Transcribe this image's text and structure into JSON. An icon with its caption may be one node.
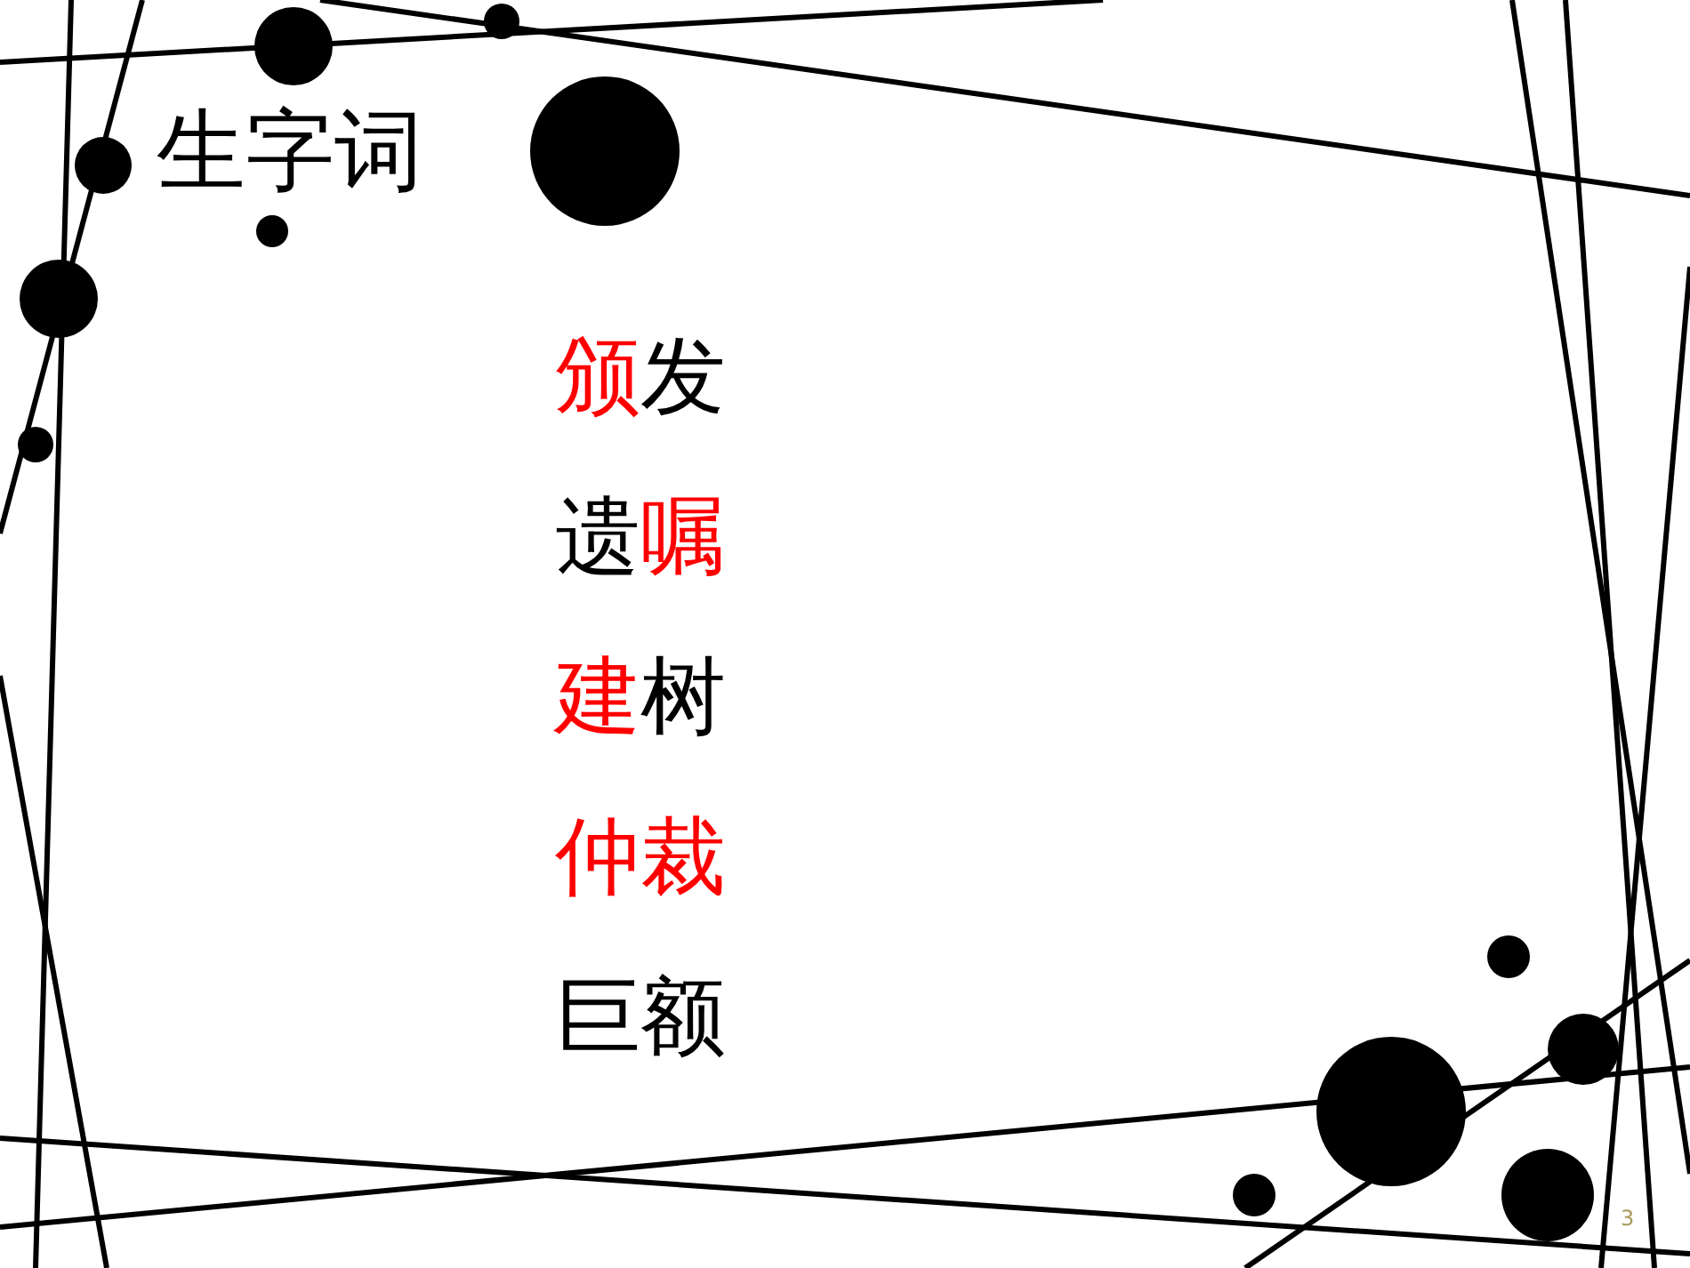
{
  "diagram": {
    "title": "生字词",
    "labels": [
      "**颁**发",
      "遗**嘱**",
      "**建**树",
      "**仲裁**",
      "巨额",
      "3"
    ]
  }
}
